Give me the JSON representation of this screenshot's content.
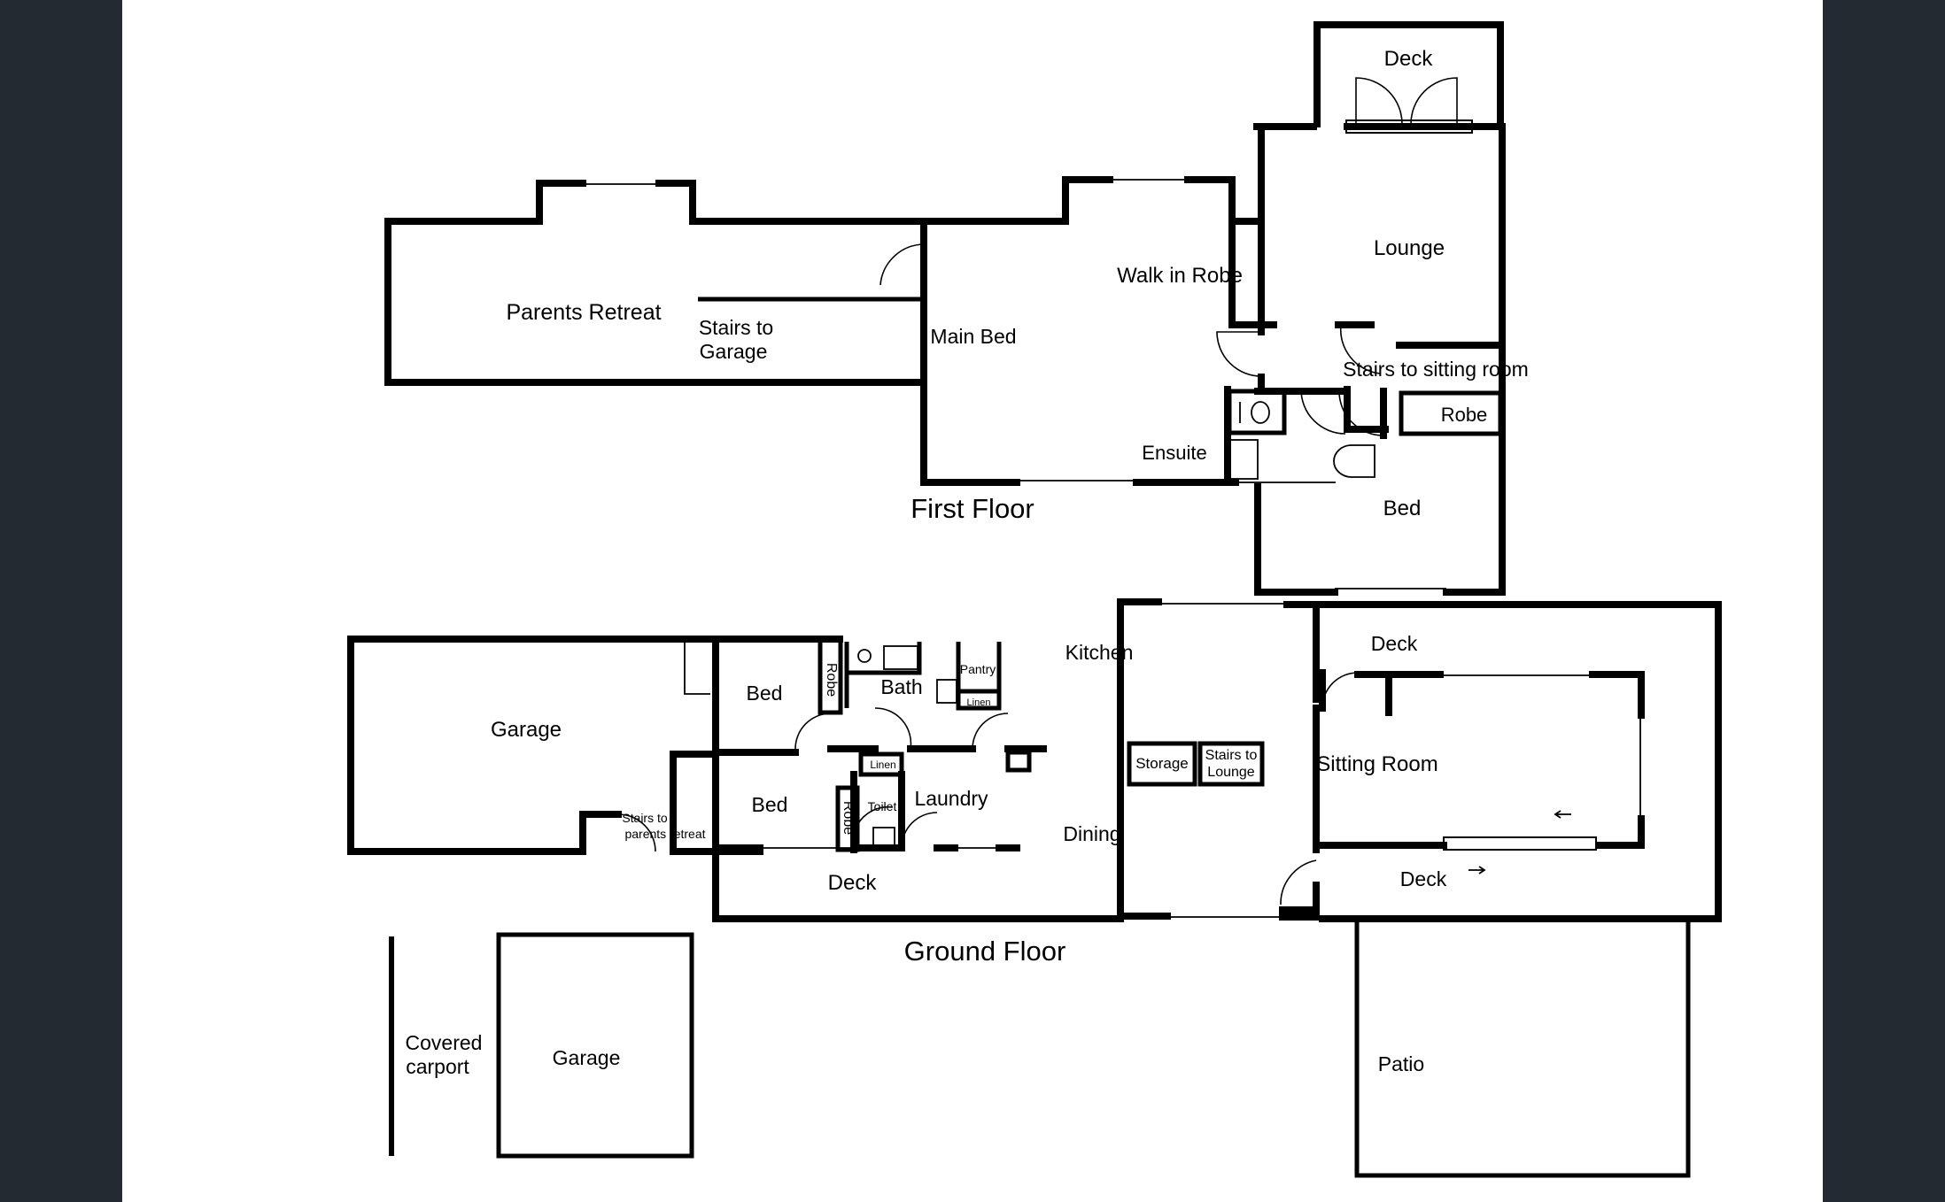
{
  "first_floor": {
    "title": "First Floor",
    "rooms": {
      "deck": "Deck",
      "lounge": "Lounge",
      "walk_in_robe": "Walk in Robe",
      "parents_retreat": "Parents Retreat",
      "stairs_to_garage_1": "Stairs to",
      "stairs_to_garage_2": "Garage",
      "main_bed": "Main Bed",
      "stairs_to_sitting_room": "Stairs to sitting room",
      "robe": "Robe",
      "ensuite": "Ensuite",
      "bed": "Bed"
    }
  },
  "ground_floor": {
    "title": "Ground Floor",
    "rooms": {
      "garage": "Garage",
      "bed_1": "Bed",
      "robe_1": "Robe",
      "bath": "Bath",
      "pantry": "Pantry",
      "linen_1": "Linen",
      "kitchen": "Kitchen",
      "deck_top": "Deck",
      "storage": "Storage",
      "stairs_to_lounge_1": "Stairs to",
      "stairs_to_lounge_2": "Lounge",
      "sitting_room": "Sitting Room",
      "bed_2": "Bed",
      "linen_2": "Linen",
      "laundry": "Laundry",
      "robe_2": "Robe",
      "toilet": "Toilet",
      "stairs_to_retreat_1": "Stairs to",
      "stairs_to_retreat_2": "parents retreat",
      "dining": "Dining",
      "deck_rear": "Deck",
      "deck_right": "Deck"
    }
  },
  "outbuildings": {
    "covered_carport_1": "Covered",
    "covered_carport_2": "carport",
    "garage": "Garage",
    "patio": "Patio"
  }
}
